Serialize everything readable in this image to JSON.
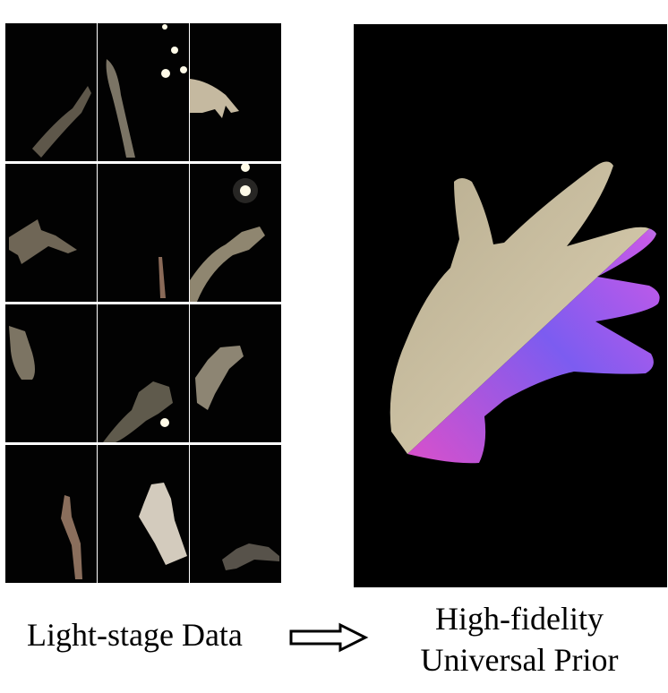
{
  "captions": {
    "left": "Light-stage Data",
    "right_line1": "High-fidelity",
    "right_line2": "Universal Prior"
  },
  "icons": {
    "arrow": "right-hollow-arrow-icon"
  },
  "colors": {
    "background": "#ffffff",
    "photo_background": "#000000",
    "skin": "#c9bfa3",
    "normal_map_magenta": "#d64bd8",
    "normal_map_blue": "#7b5cf0",
    "normal_map_cyan": "#6fe0d8"
  },
  "grid": {
    "rows": 4,
    "columns": 3
  }
}
